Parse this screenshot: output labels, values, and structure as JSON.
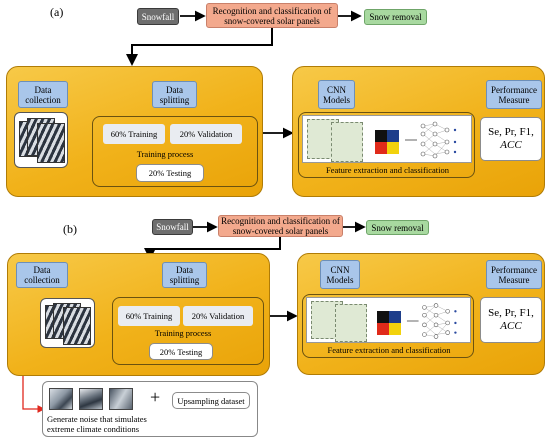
{
  "panels": [
    {
      "label": "(a)",
      "snowfall": "Snowfall",
      "recognition": "Recognition and classification of snow-covered solar panels",
      "snow_removal": "Snow removal",
      "data_collection": "Data collection",
      "data_splitting": "Data splitting",
      "training": "60% Training",
      "validation": "20% Validation",
      "training_process": "Training process",
      "testing": "20% Testing",
      "cnn_models": "CNN Models",
      "performance_measure": "Performance Measure",
      "feature_caption": "Feature extraction and classification",
      "metrics_line1": "Se, Pr, F1,",
      "metrics_line2": "ACC"
    },
    {
      "label": "(b)",
      "snowfall": "Snowfall",
      "recognition": "Recognition and classification of snow-covered solar panels",
      "snow_removal": "Snow removal",
      "data_collection": "Data collection",
      "data_splitting": "Data splitting",
      "training": "60% Training",
      "validation": "20% Validation",
      "training_process": "Training process",
      "testing": "20% Testing",
      "cnn_models": "CNN Models",
      "performance_measure": "Performance Measure",
      "feature_caption": "Feature extraction and classification",
      "metrics_line1": "Se, Pr, F1,",
      "metrics_line2": "ACC",
      "noise_caption": "Generate noise that simulates extreme climate conditions",
      "plus": "+",
      "upsampling": "Upsampling dataset"
    }
  ],
  "colors": {
    "panel_gold": "#f1b21a",
    "blue_box": "#a9c6ea",
    "snowfall_box": "#6e6e6e",
    "recognition_box": "#f3a98d",
    "removal_box": "#a8d9a0",
    "noise_path": "#e0281e"
  }
}
